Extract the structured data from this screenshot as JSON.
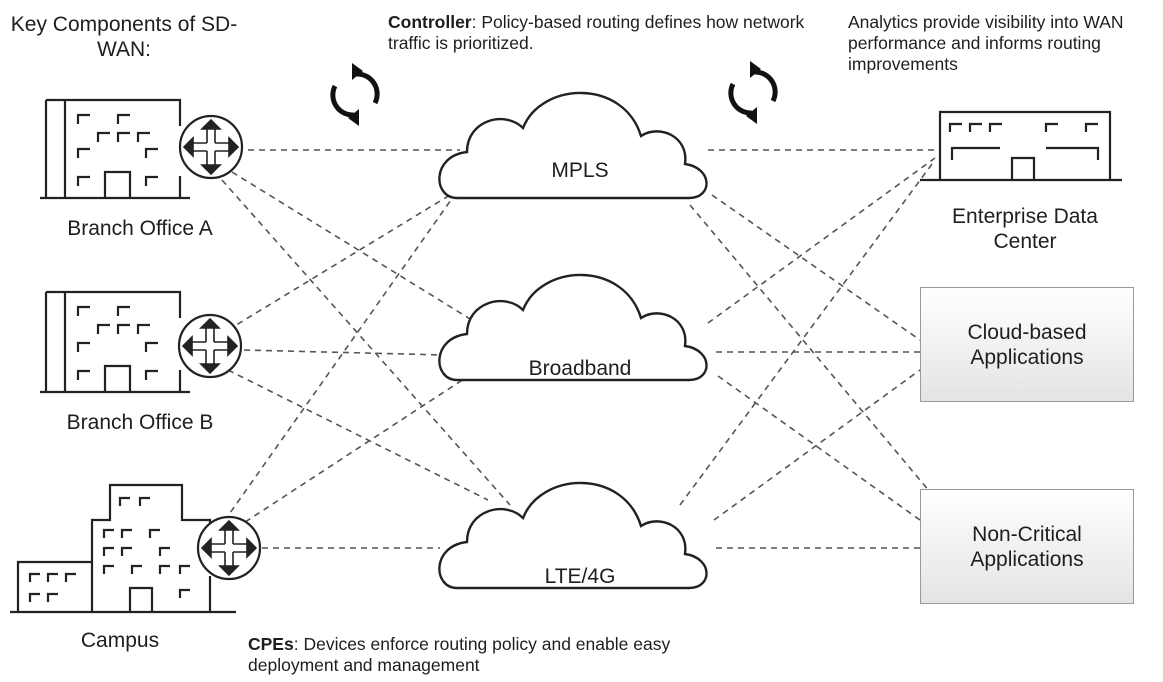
{
  "title": "Key Components of SD-WAN:",
  "notes": {
    "controller_term": "Controller",
    "controller_text": ": Policy-based routing defines how network traffic is prioritized.",
    "analytics_text": "Analytics provide visibility into WAN performance and informs routing improvements",
    "cpe_term": "CPEs",
    "cpe_text": ": Devices enforce routing policy and enable easy deployment and management"
  },
  "sites": [
    {
      "label": "Branch Office A",
      "icon": "office-building-icon"
    },
    {
      "label": "Branch Office B",
      "icon": "office-building-icon"
    },
    {
      "label": "Campus",
      "icon": "campus-building-icon"
    }
  ],
  "networks": [
    {
      "label": "MPLS",
      "icon": "cloud-icon"
    },
    {
      "label": "Broadband",
      "icon": "cloud-icon"
    },
    {
      "label": "LTE/4G",
      "icon": "cloud-icon"
    }
  ],
  "destinations": [
    {
      "label": "Enterprise Data Center",
      "icon": "data-center-building-icon"
    },
    {
      "label": "Cloud-based Applications"
    },
    {
      "label": "Non-Critical Applications"
    }
  ],
  "icons": {
    "router": "router-icon",
    "cycle": "refresh-cycle-icon"
  },
  "style": {
    "line_color": "#555555",
    "text_color": "#1e1e1e",
    "box_border": "#9a9a9a"
  }
}
